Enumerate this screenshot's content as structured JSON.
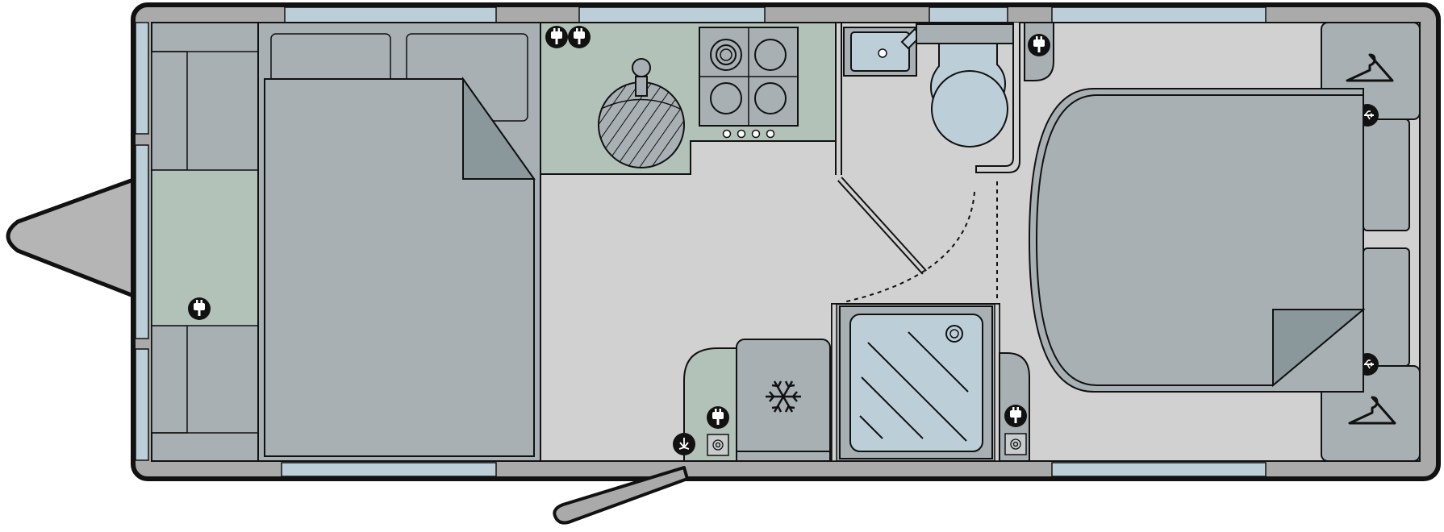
{
  "diagram": {
    "type": "caravan-floorplan",
    "colors": {
      "shell": "#aaaaaa",
      "floor": "#d1d1d1",
      "furniture": "#a8b0b3",
      "kitchen": "#b3c2b8",
      "window": "#bccfd9",
      "bedcover": "#8a989c",
      "outline": "#111111",
      "icon": "#111111"
    },
    "icons": {
      "mains_socket": "plug-icon",
      "usb_socket": "usb-icon",
      "tv_point": "tv-point-icon",
      "freezer": "snowflake-icon",
      "hanger": "coat-hanger-icon",
      "aerial": "aerial-icon"
    },
    "rooms": [
      "front-lounge",
      "kitchen",
      "washroom",
      "shower",
      "rear-bedroom"
    ]
  }
}
